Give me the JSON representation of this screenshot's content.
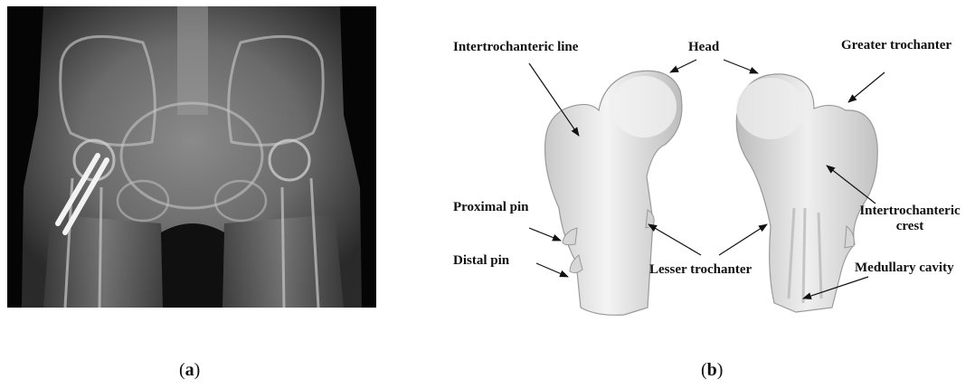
{
  "panel_a": {
    "caption_open": "(",
    "caption_letter": "a",
    "caption_close": ")"
  },
  "panel_b": {
    "caption_open": "(",
    "caption_letter": "b",
    "caption_close": ")",
    "labels": {
      "intertrochanteric_line": "Intertrochanteric line",
      "head": "Head",
      "greater_trochanter": "Greater trochanter",
      "proximal_pin": "Proximal pin",
      "distal_pin": "Distal pin",
      "lesser_trochanter": "Lesser trochanter",
      "intertrochanteric_crest_1": "Intertrochanteric",
      "intertrochanteric_crest_2": "crest",
      "medullary_cavity": "Medullary cavity"
    }
  }
}
